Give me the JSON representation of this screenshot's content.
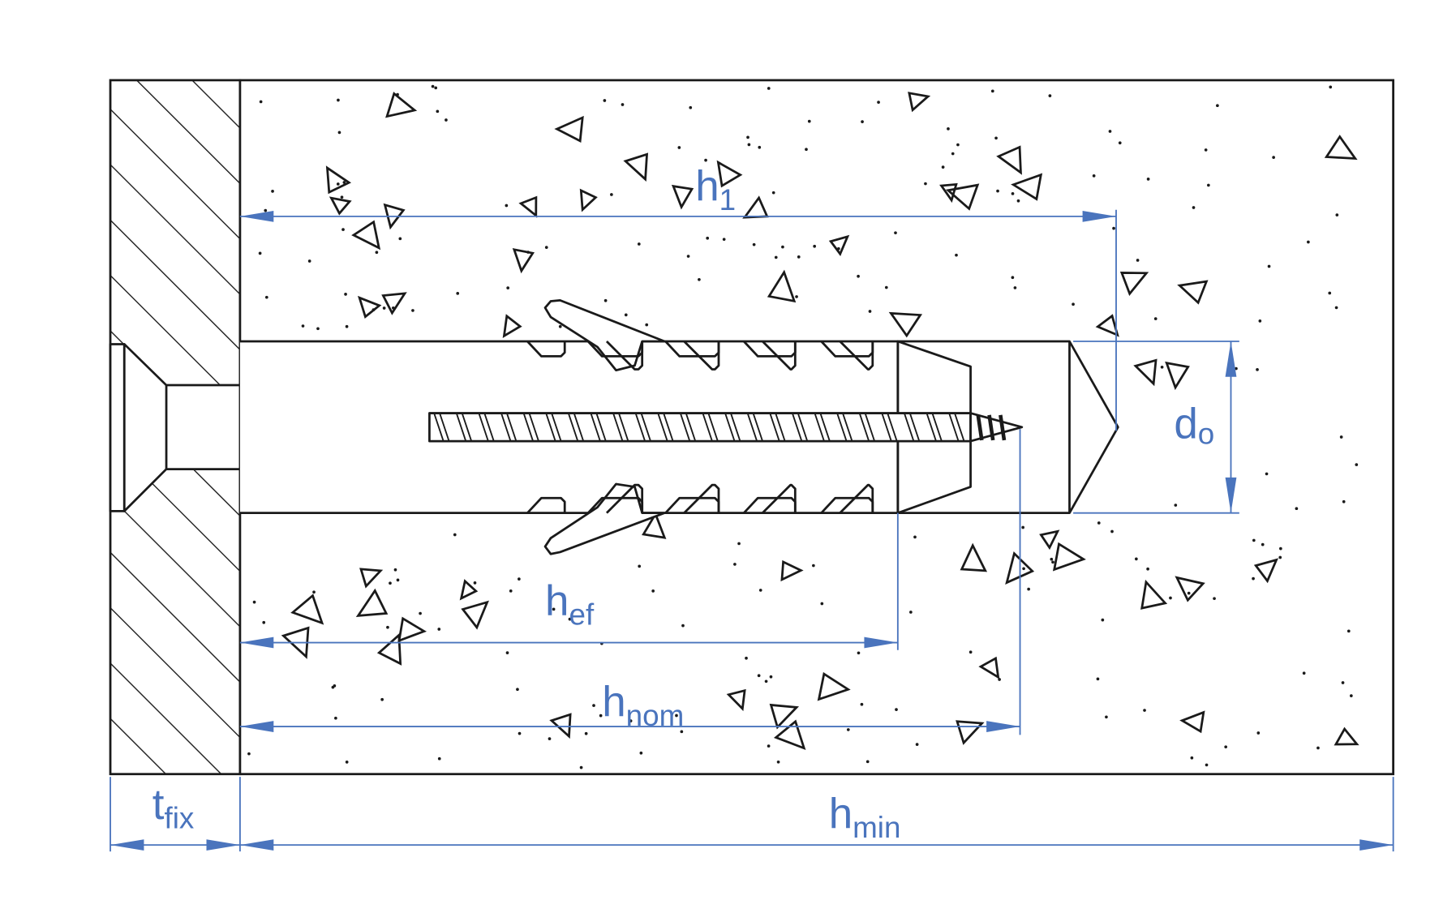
{
  "diagram": {
    "title": "Plastic anchor installation dimensions",
    "colors": {
      "dimension": "#4a74bd",
      "ink": "#1a1a1a",
      "background": "#ffffff"
    },
    "labels": {
      "h1": {
        "main": "h",
        "sub": "1"
      },
      "hef": {
        "main": "h",
        "sub": "ef"
      },
      "hnom": {
        "main": "h",
        "sub": "nom"
      },
      "hmin": {
        "main": "h",
        "sub": "min"
      },
      "tfix": {
        "main": "t",
        "sub": "fix"
      },
      "d0": {
        "main": "d",
        "sub": "o"
      }
    }
  }
}
